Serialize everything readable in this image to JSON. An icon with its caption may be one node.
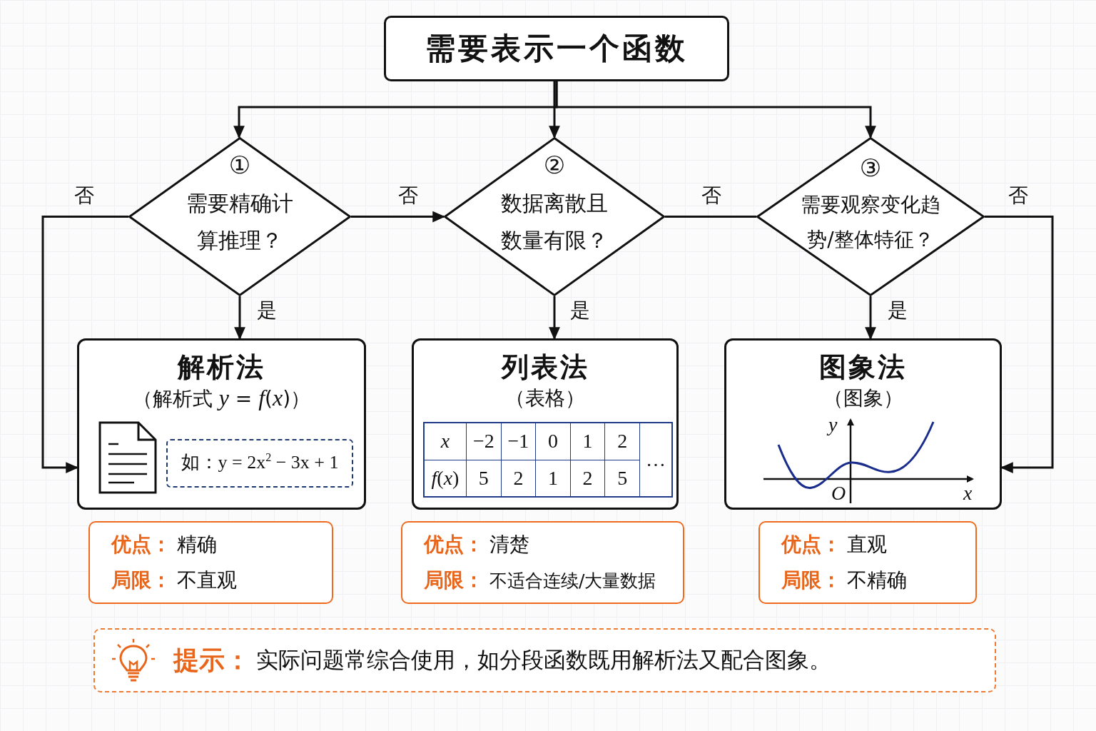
{
  "diagram": {
    "nodes": [
      {
        "text": [
          "需要表示一个函数"
        ]
      },
      {
        "text": [
          "①",
          "需要精确计算推理？"
        ]
      },
      {
        "text": [
          "②",
          "数据离散且数量有限？"
        ]
      },
      {
        "text": [
          "③",
          "需要观察变化趋势/整体特征？"
        ]
      },
      {
        "text": [
          "解析法",
          "（解析式 *y* = *f*(*x*)）"
        ]
      },
      {
        "text": [
          "如：y = 2x$^{2}$ − 3x + 1"
        ],
        "in": 4
      },
      {
        "text": [
          "列表法",
          "（表格）"
        ]
      },
      {
        "text": [
          "图象法",
          "（图象）"
        ]
      },
      {
        "text": [
          "优点：",
          "精确",
          "局限：",
          "不直观"
        ]
      },
      {
        "text": [
          "优点：",
          "清楚",
          "局限：",
          "不适合连续/大量数据"
        ]
      },
      {
        "text": [
          "优点：",
          "直观",
          "局限：",
          "不精确"
        ]
      },
      {
        "text": [
          "提示：",
          "实际问题常综合使用，如分段函数既用解析法又配合图象。"
        ]
      }
    ],
    "edges": [
      {
        "from": 0,
        "to": 1,
        "arrow": "to"
      },
      {
        "from": 0,
        "to": 2,
        "arrow": "to"
      },
      {
        "from": 0,
        "to": 3,
        "arrow": "to"
      },
      {
        "from": 1,
        "to": 4,
        "arrow": "to",
        "label": "否"
      },
      {
        "from": 1,
        "to": 2,
        "arrow": "to",
        "label": "否"
      },
      {
        "from": 1,
        "to": 4,
        "arrow": "to",
        "label": "是"
      },
      {
        "from": 2,
        "to": 6,
        "arrow": "to",
        "label": "是"
      },
      {
        "from": 2,
        "to": 3,
        "arrow": "none",
        "label": "否"
      },
      {
        "from": 3,
        "to": 7,
        "arrow": "to",
        "label": "否"
      },
      {
        "from": 3,
        "to": 7,
        "arrow": "to",
        "label": "是"
      }
    ],
    "labels": [
      "x",
      "−2",
      "−1",
      "0",
      "1",
      "2",
      "…",
      "*f*(*x*)",
      "5",
      "2",
      "1",
      "2",
      "5",
      "y",
      "O",
      "x"
    ]
  }
}
